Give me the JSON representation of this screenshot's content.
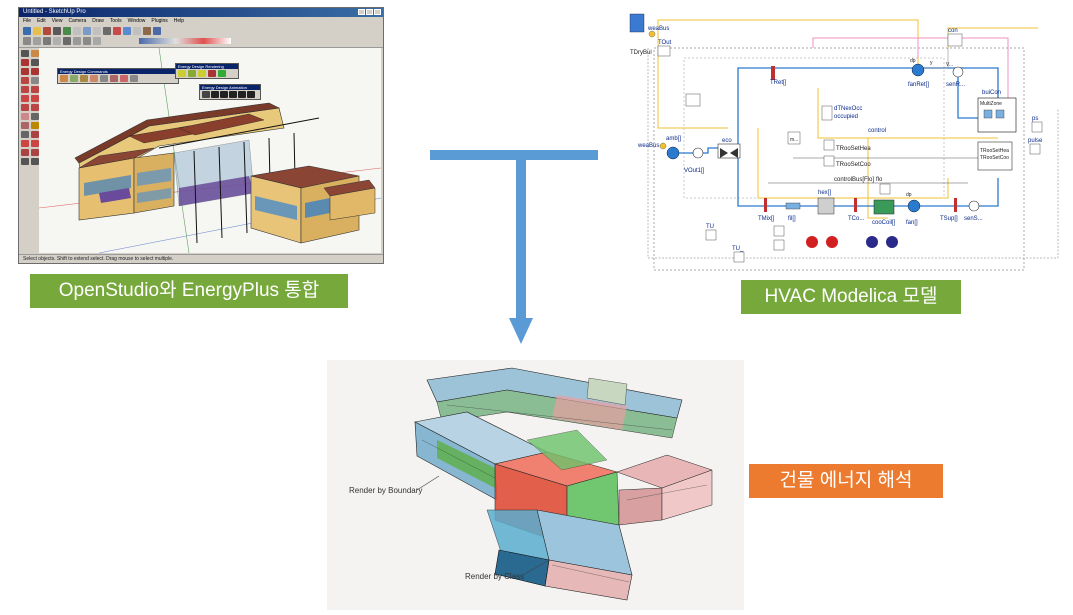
{
  "sketchup": {
    "window_title": "Untitled - SketchUp Pro",
    "menu": [
      "File",
      "Edit",
      "View",
      "Camera",
      "Draw",
      "Tools",
      "Window",
      "Plugins",
      "Help"
    ],
    "palettes": [
      {
        "title": "Energy Design Commands"
      },
      {
        "title": "Energy Design Rendering"
      },
      {
        "title": "Energy Design Animation"
      }
    ],
    "status_text": "Select objects. Shift to extend select. Drag mouse to select multiple."
  },
  "modelica": {
    "labels": {
      "weaBus_top": "weaBus",
      "tdrybul": "TDryBul",
      "tout": "TOut",
      "tret": "TRet[]",
      "con": "con",
      "fanret": "fanRet[]",
      "senret": "senR...",
      "v_label": "V...",
      "dp_top": "dp",
      "y_top": "y",
      "weaBus_left": "weaBus",
      "amb": "amb[]",
      "vout": "VOut1[]",
      "eco": "eco",
      "dtnexocc": "dTNexOcc",
      "occupied": "occupied",
      "control": "control",
      "troosetheat": "TRooSetHea",
      "troosetcoo": "TRooSetCoo",
      "controlbus": "controlBus[Flo]",
      "flo": "flo",
      "ps": "ps",
      "pulse": "pulse",
      "buicon": "buiCon",
      "multizone": "MultiZone",
      "troosethea_r": "TRooSetHea",
      "troosetcoo_r": "TRooSetCoo",
      "tmix": "TMix[]",
      "fil": "fil[]",
      "hex": "hex[]",
      "tco": "TCo...",
      "coocoil": "cooCoil[]",
      "fan": "fan[]",
      "dp_bottom": "dp",
      "tsup": "TSup[]",
      "sensup": "senS...",
      "tu": "TU",
      "tuhl": "TU_",
      "m_box": "m..."
    }
  },
  "render": {
    "label_boundary": "Render by Boundary",
    "label_class": "Render by Class"
  },
  "labels": {
    "openstudio": "OpenStudio와 EnergyPlus 통합",
    "hvac": "HVAC Modelica 모델",
    "analysis": "건물 에너지 해석"
  },
  "colors": {
    "label_green": "#77a83c",
    "label_orange": "#ec7b30",
    "connector_blue": "#5b9bd5"
  }
}
